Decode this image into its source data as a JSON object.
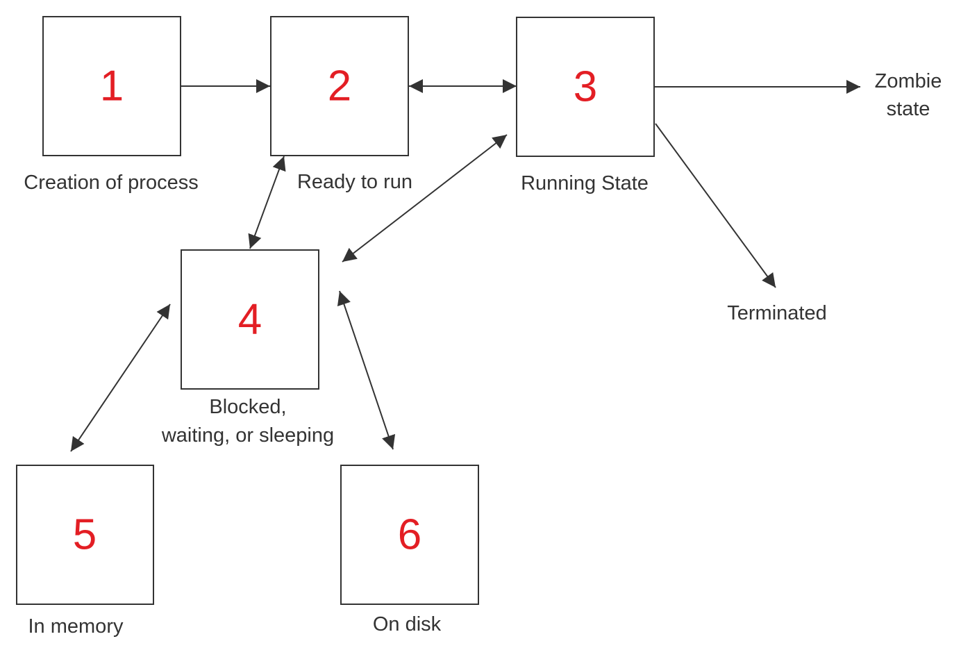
{
  "diagram": {
    "states": [
      {
        "id": "s1",
        "number": "1",
        "label": "Creation of process"
      },
      {
        "id": "s2",
        "number": "2",
        "label": "Ready to run"
      },
      {
        "id": "s3",
        "number": "3",
        "label": "Running State"
      },
      {
        "id": "s4",
        "number": "4",
        "label_line1": "Blocked,",
        "label_line2": "waiting, or sleeping"
      },
      {
        "id": "s5",
        "number": "5",
        "label": "In memory"
      },
      {
        "id": "s6",
        "number": "6",
        "label": "On disk"
      }
    ],
    "endpoints": {
      "zombie_line1": "Zombie",
      "zombie_line2": "state",
      "terminated": "Terminated"
    },
    "edges": [
      {
        "from": "1",
        "to": "2",
        "direction": "one-way"
      },
      {
        "from": "2",
        "to": "3",
        "direction": "two-way"
      },
      {
        "from": "3",
        "to": "Zombie state",
        "direction": "one-way"
      },
      {
        "from": "3",
        "to": "Terminated",
        "direction": "one-way"
      },
      {
        "from": "2",
        "to": "4",
        "direction": "two-way"
      },
      {
        "from": "3",
        "to": "4",
        "direction": "two-way"
      },
      {
        "from": "4",
        "to": "5",
        "direction": "two-way"
      },
      {
        "from": "4",
        "to": "6",
        "direction": "two-way"
      }
    ],
    "colors": {
      "number": "#e31e24",
      "stroke": "#333333",
      "text": "#333333"
    }
  }
}
